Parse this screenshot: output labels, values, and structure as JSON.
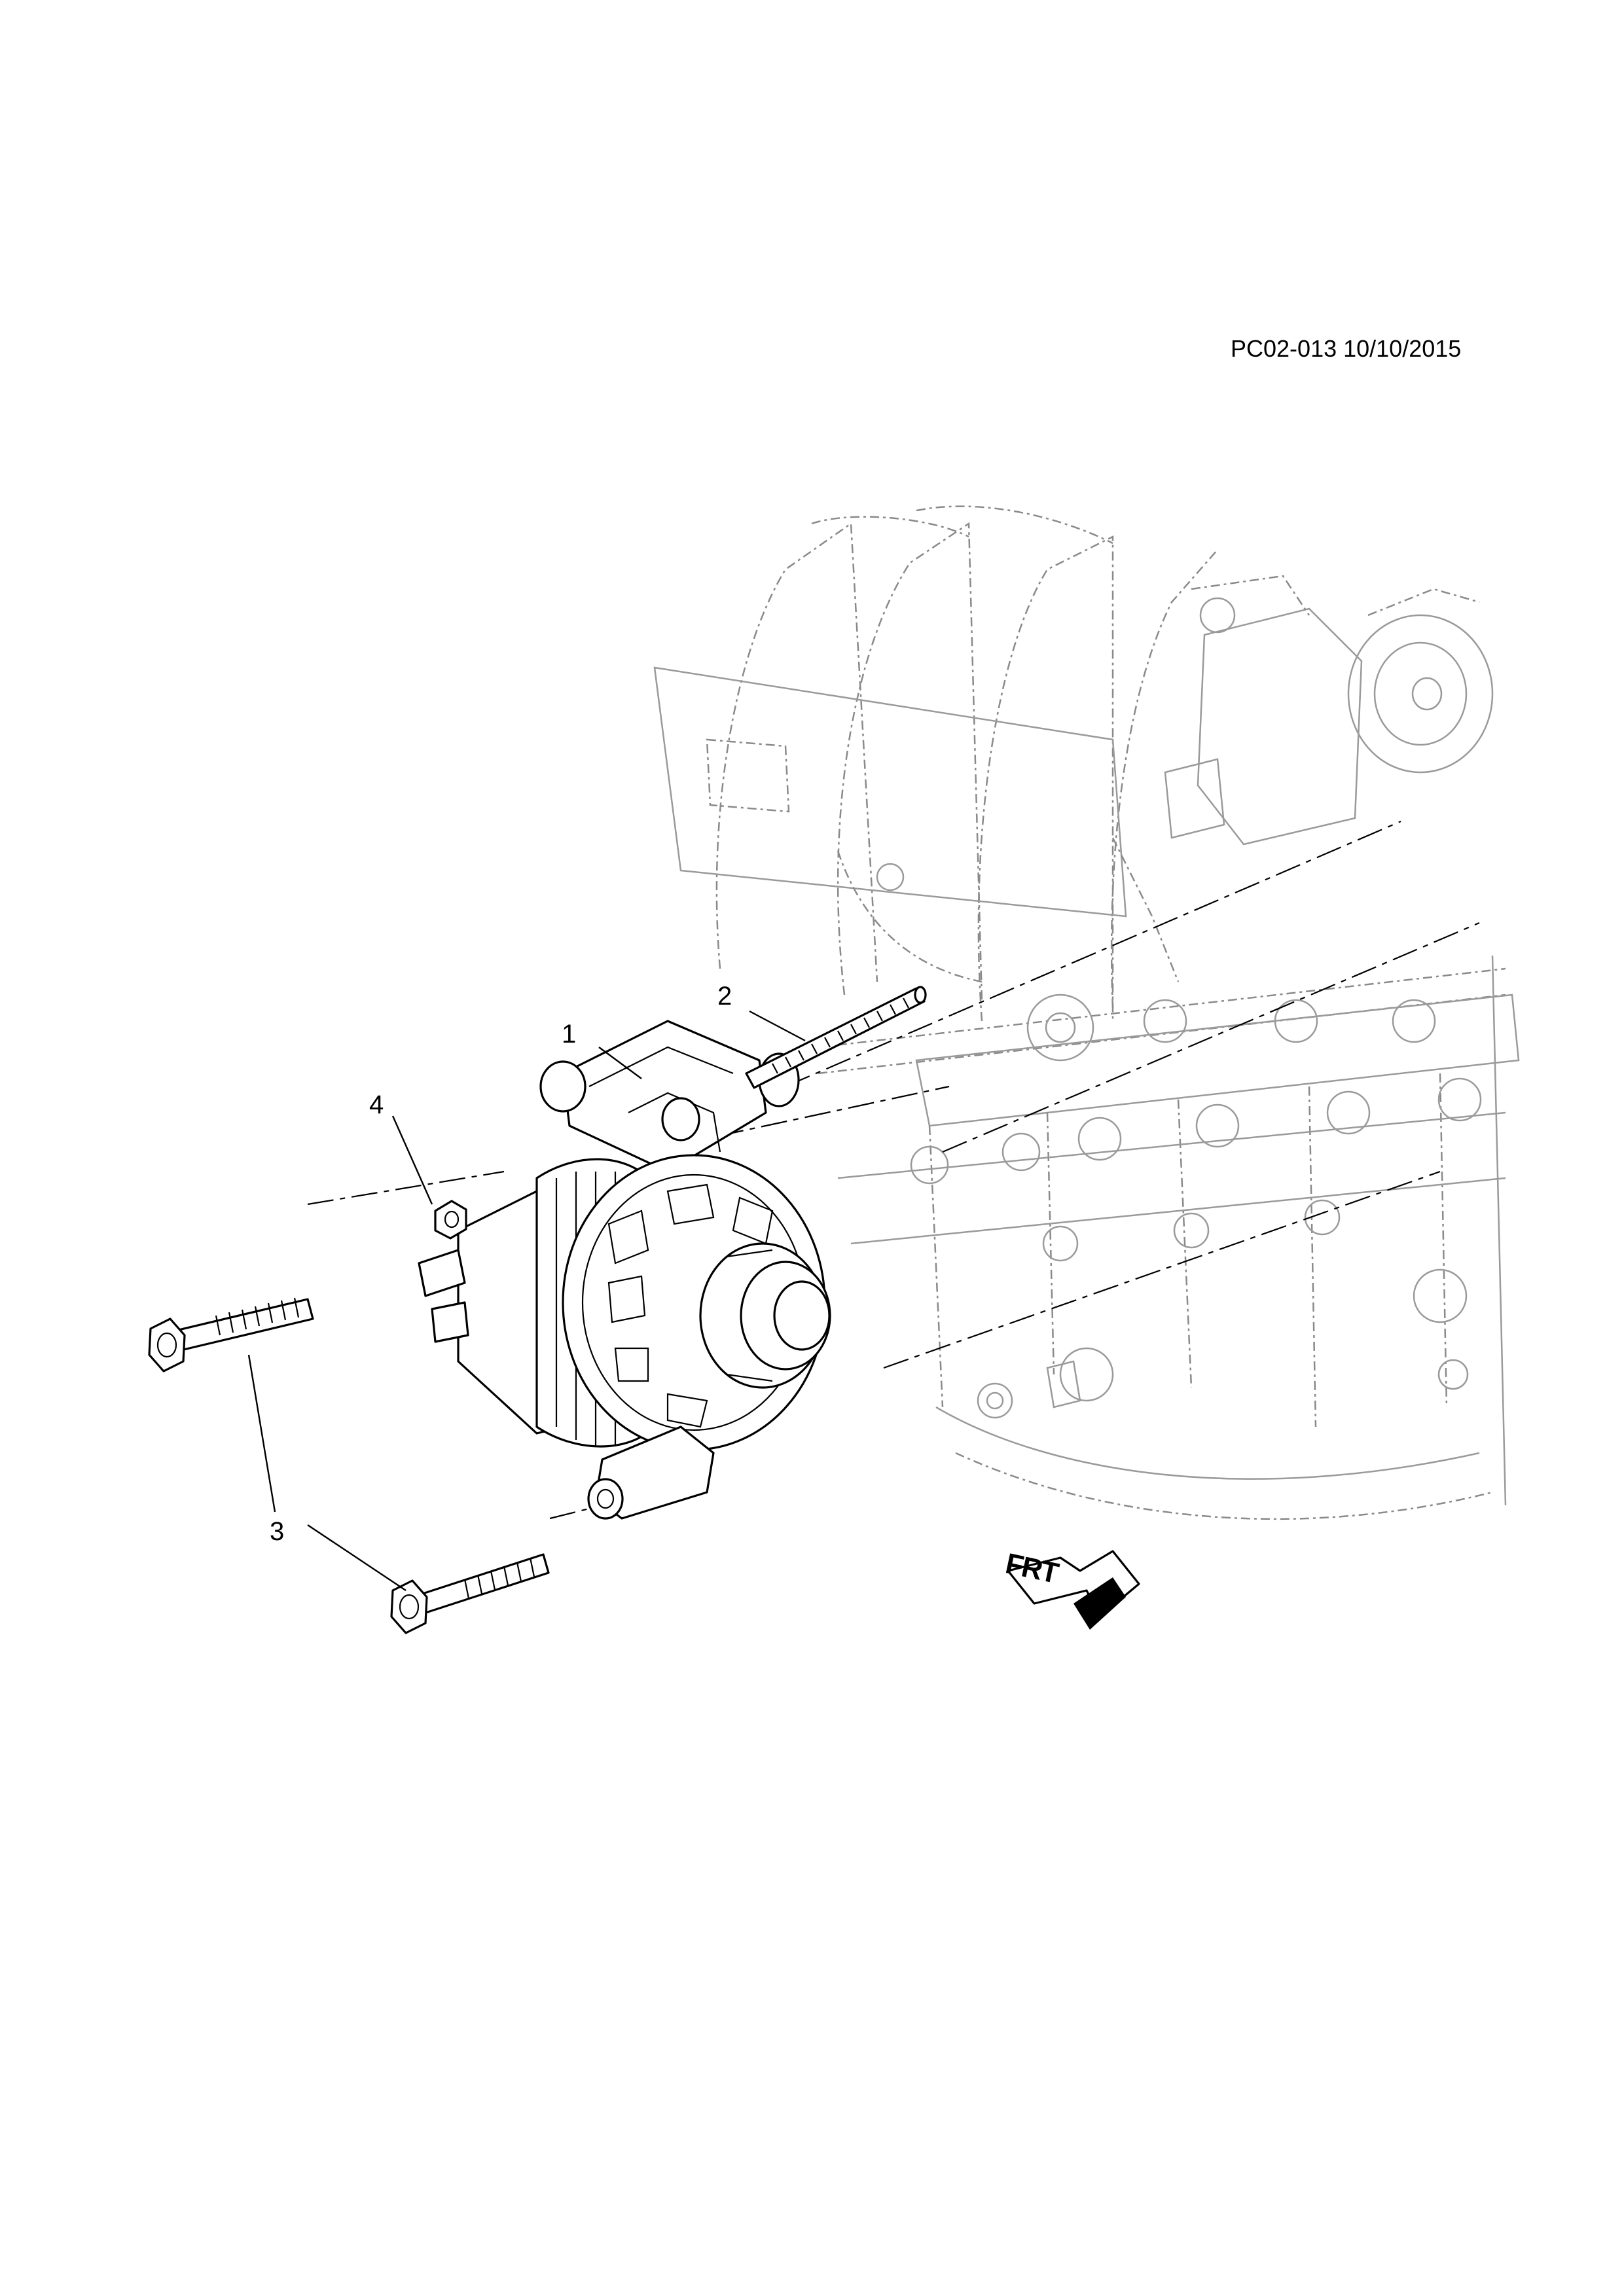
{
  "header": {
    "document_id": "PC02-013 10/10/2015"
  },
  "callouts": [
    {
      "id": "1",
      "label": "1"
    },
    {
      "id": "2",
      "label": "2"
    },
    {
      "id": "3",
      "label": "3"
    },
    {
      "id": "4",
      "label": "4"
    }
  ],
  "orientation": {
    "arrow_label": "FRT"
  },
  "icons": {
    "orientation_arrow": "front-direction-arrow-icon"
  }
}
